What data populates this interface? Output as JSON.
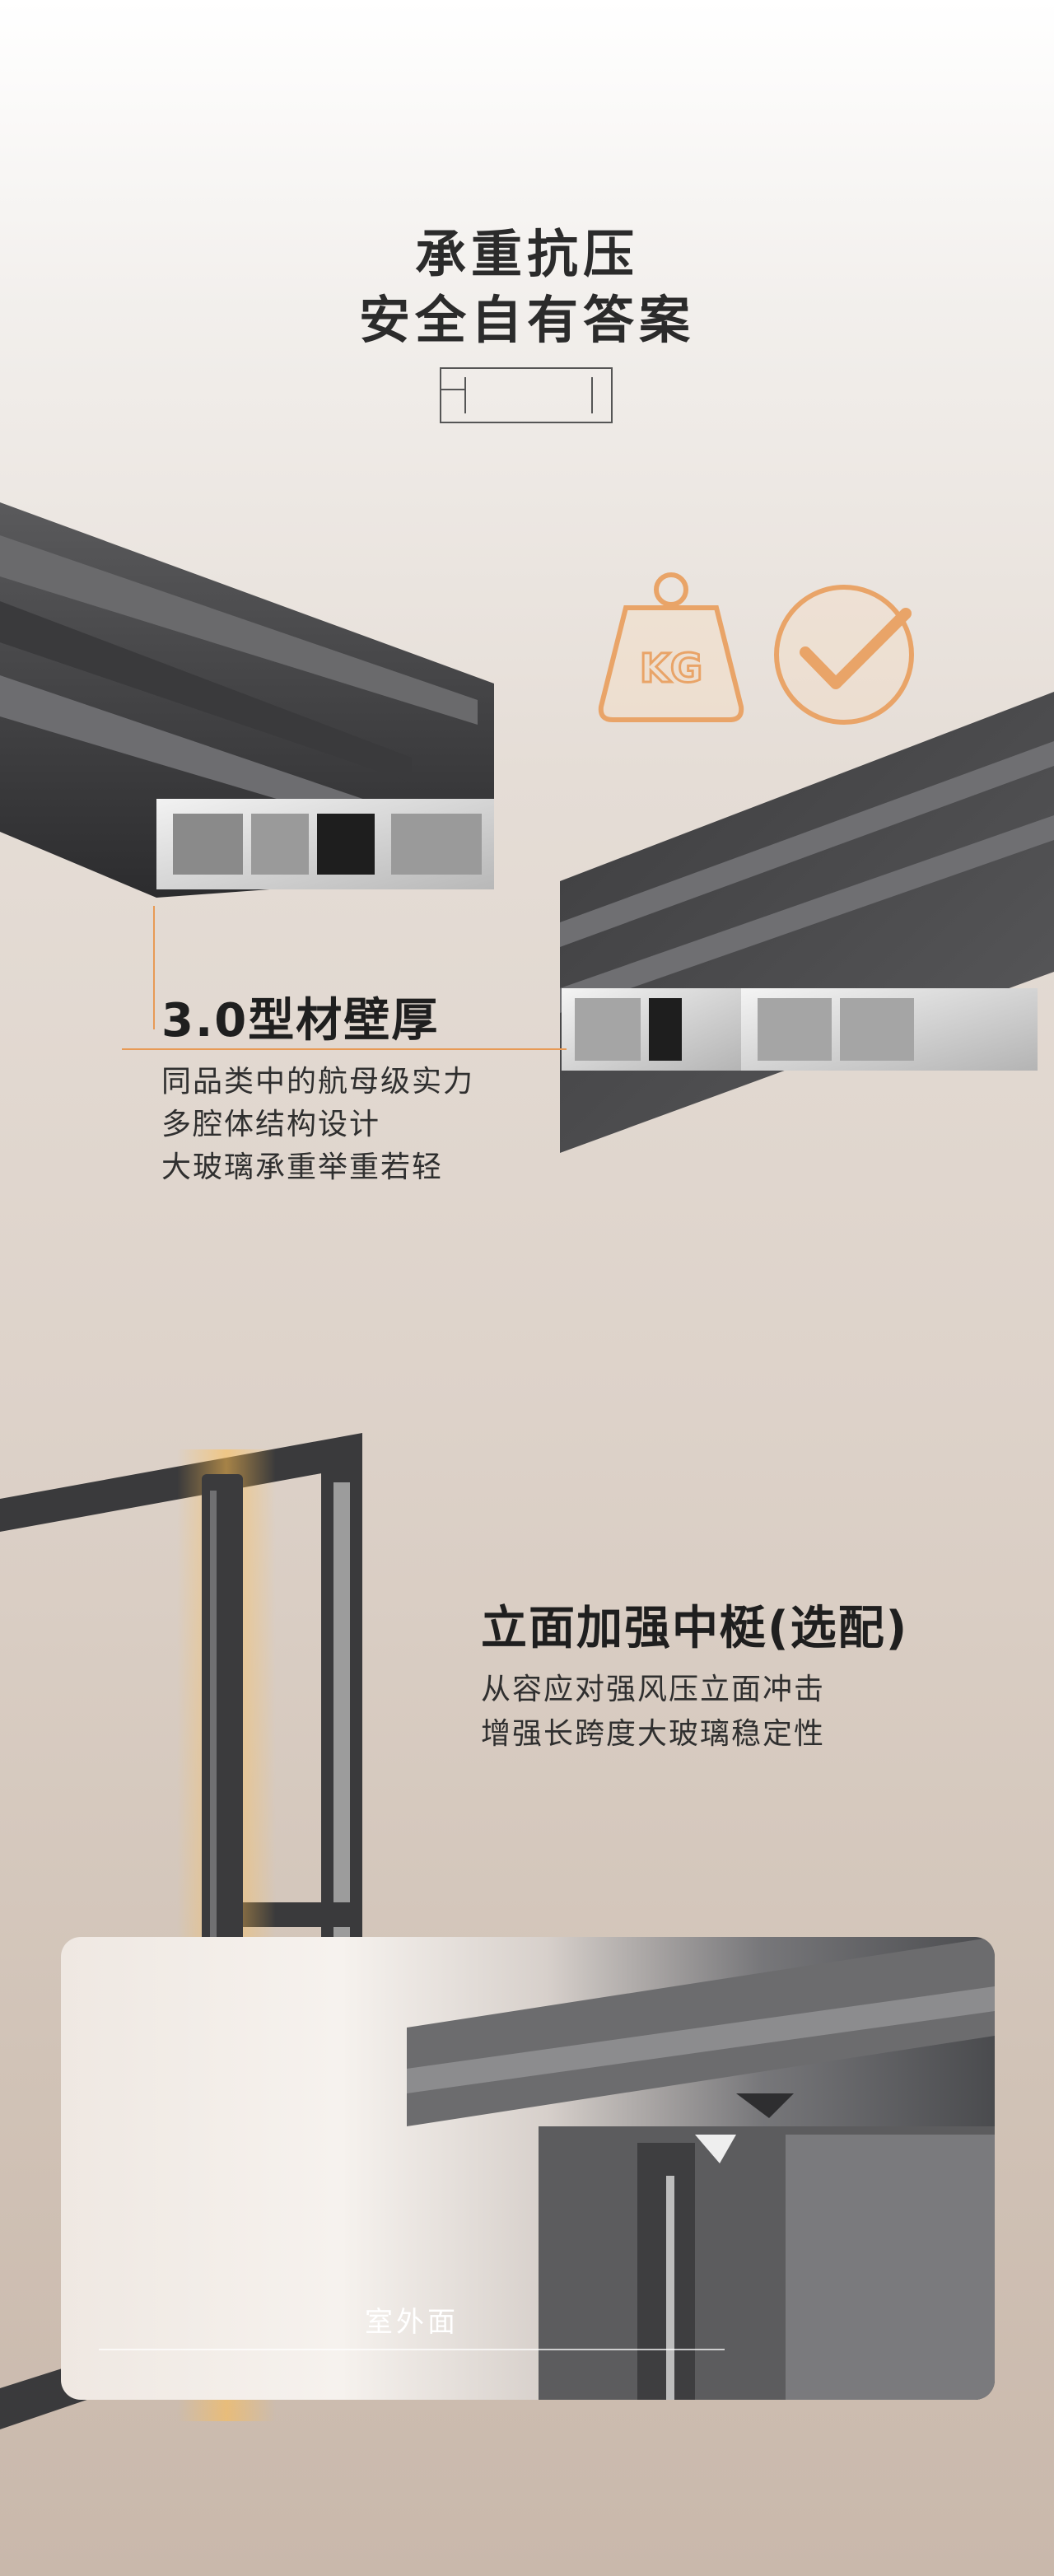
{
  "header": {
    "title_line1": "承重抗压",
    "title_line2": "安全自有答案"
  },
  "icons": {
    "weight": "kg-weight-icon",
    "check": "check-circle-icon",
    "weight_label": "KG",
    "accent_color": "#e9a468"
  },
  "section_profile": {
    "heading": "3.0型材壁厚",
    "lines": [
      "同品类中的航母级实力",
      "多腔体结构设计",
      "大玻璃承重举重若轻"
    ]
  },
  "section_mullion": {
    "heading": "立面加强中梃(选配)",
    "lines": [
      "从容应对强风压立面冲击",
      "增强长跨度大玻璃稳定性"
    ]
  },
  "detail_card": {
    "label": "室外面"
  }
}
